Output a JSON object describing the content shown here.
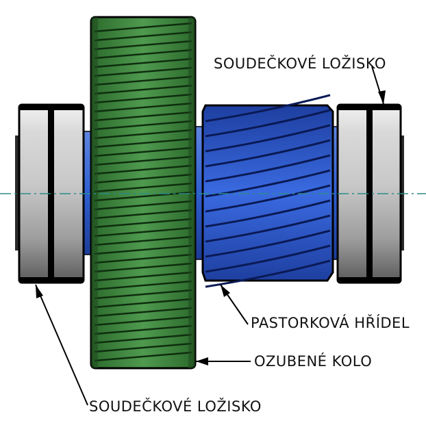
{
  "labels": {
    "bearing_top": "SOUDEČKOVÉ LOŽISKO",
    "pinion_shaft": "PASTORKOVÁ HŘÍDEL",
    "gear_wheel": "OZUBENÉ KOLO",
    "bearing_bottom": "SOUDEČKOVÉ LOŽISKO"
  },
  "colors": {
    "gear_green": "#3e8a3e",
    "shaft_blue": "#2f5fd0",
    "bearing_gray": "#bdbdbd",
    "axis_line": "#2a8a8a",
    "outline": "#000000"
  }
}
